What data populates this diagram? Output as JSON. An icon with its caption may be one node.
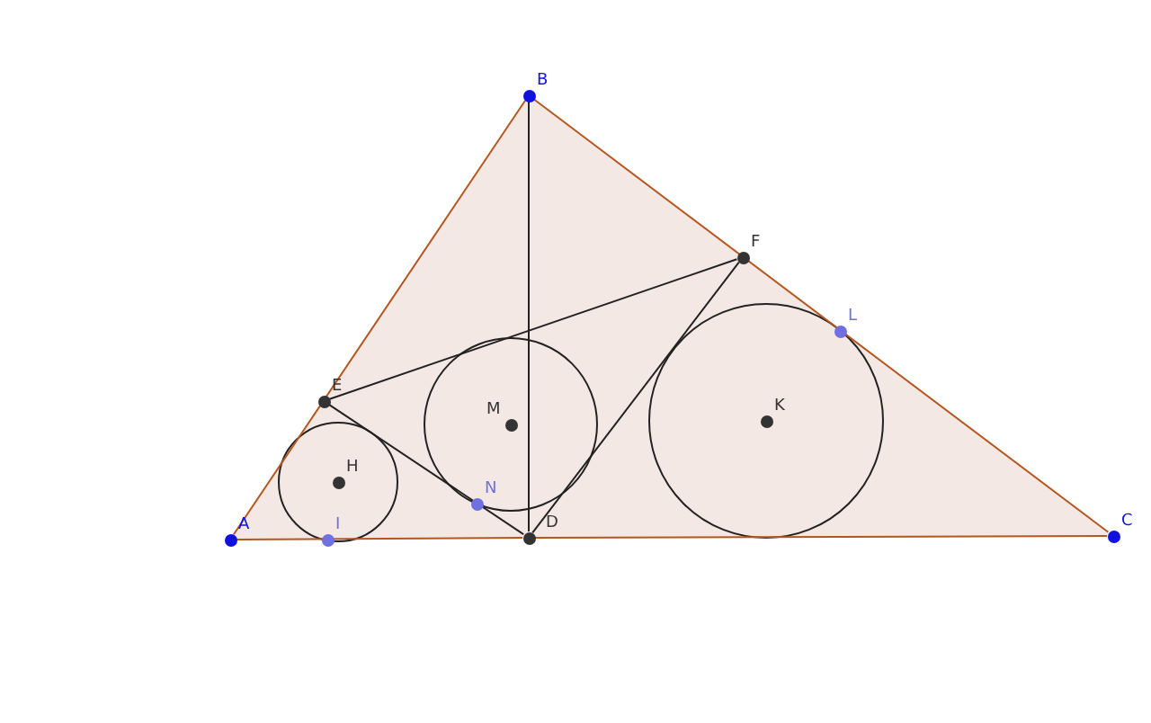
{
  "diagram": {
    "nodes": [
      {
        "text": [
          "B"
        ]
      },
      {
        "text": [
          "F"
        ]
      },
      {
        "text": [
          "L"
        ]
      },
      {
        "text": [
          "E"
        ]
      },
      {
        "text": [
          "M"
        ]
      },
      {
        "text": [
          "K"
        ]
      },
      {
        "text": [
          "H"
        ]
      },
      {
        "text": [
          "N"
        ]
      },
      {
        "text": [
          "A"
        ]
      },
      {
        "text": [
          "I"
        ]
      },
      {
        "text": [
          "D"
        ]
      },
      {
        "text": [
          "C"
        ]
      }
    ],
    "edges": [
      {
        "from": 0,
        "to": 8,
        "arrow": "none",
        "color": "#b5561f"
      },
      {
        "from": 0,
        "to": 11,
        "arrow": "none",
        "color": "#b5561f"
      },
      {
        "from": 8,
        "to": 10,
        "arrow": "none",
        "color": "#b5561f"
      },
      {
        "from": 10,
        "to": 11,
        "arrow": "none",
        "color": "#b5561f"
      },
      {
        "from": 0,
        "to": 10,
        "arrow": "none",
        "color": "#222222"
      },
      {
        "from": 3,
        "to": 1,
        "arrow": "none",
        "color": "#222222"
      },
      {
        "from": 1,
        "to": 10,
        "arrow": "none",
        "color": "#222222"
      },
      {
        "from": 3,
        "to": 10,
        "arrow": "none",
        "color": "#222222"
      }
    ]
  }
}
